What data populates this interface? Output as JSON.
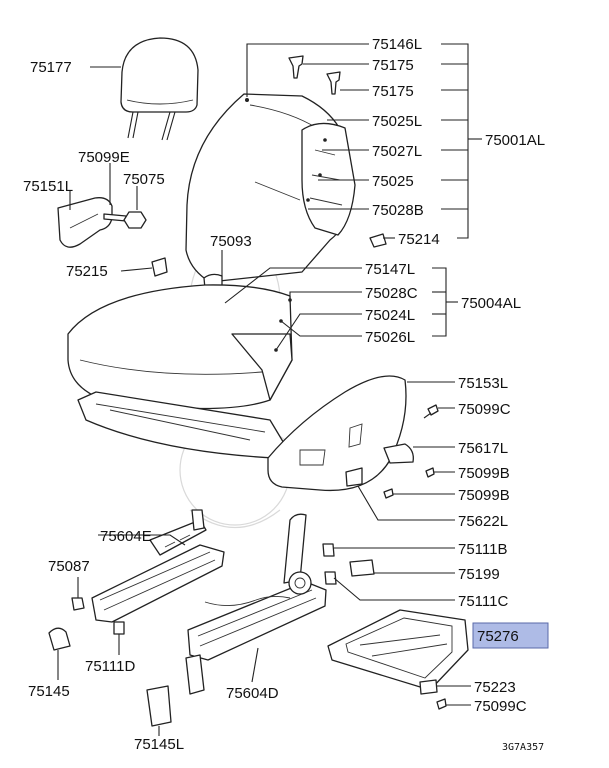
{
  "diagram": {
    "highlight_color": "#aebbe6",
    "labels": {
      "p75177": "75177",
      "p75099E": "75099E",
      "p75075": "75075",
      "p75151L": "75151L",
      "p75215": "75215",
      "p75093": "75093",
      "p75146L": "75146L",
      "p75175a": "75175",
      "p75175b": "75175",
      "p75025L": "75025L",
      "p75027L": "75027L",
      "p75025": "75025",
      "p75028B": "75028B",
      "p75214": "75214",
      "p75001AL": "75001AL",
      "p75147L": "75147L",
      "p75028C": "75028C",
      "p75024L": "75024L",
      "p75026L": "75026L",
      "p75004AL": "75004AL",
      "p75153L": "75153L",
      "p75099C": "75099C",
      "p75617L": "75617L",
      "p75099Ba": "75099B",
      "p75099Bb": "75099B",
      "p75622L": "75622L",
      "p75604E": "75604E",
      "p75111B": "75111B",
      "p75087": "75087",
      "p75199": "75199",
      "p75111C": "75111C",
      "p75276": "75276",
      "p75111D": "75111D",
      "p75145": "75145",
      "p75223": "75223",
      "p75604D": "75604D",
      "p75099C2": "75099C",
      "p75145L": "75145L",
      "diagram_code": "3G7A357"
    }
  }
}
